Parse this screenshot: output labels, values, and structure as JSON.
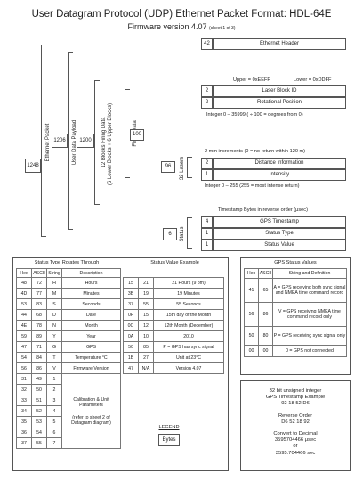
{
  "title": "User Datagram Protocol (UDP) Ethernet Packet Format: HDL-64E",
  "firmware_main": "Firmware version 4.07",
  "firmware_sheet": "(sheet 1 of 3)",
  "packet": {
    "eth_size": "1248",
    "eth_label": "Ethernet Packet",
    "udp_size": "1206",
    "udp_label": "User Data Payload",
    "blocks_size": "1200",
    "blocks_label": "12 Blocks Firing Data",
    "blocks_sub": "(6 Lower Blocks + 6 Upper Blocks)",
    "firing_size": "100",
    "firing_label": "Firing Data",
    "lasers_size": "96",
    "lasers_label": "32 Lasers",
    "status_size": "6",
    "status_label": "Status",
    "eth_header_size": "42",
    "eth_header": "Ethernet Header",
    "upper_note": "Upper = 0xEEFF",
    "lower_note": "Lower = 0xDDFF",
    "laser_block_size": "2",
    "laser_block": "Laser Block ID",
    "rot_size": "2",
    "rot": "Rotational Position",
    "rot_note": "Integer 0 – 35999 ( ÷ 100 = degrees from 0)",
    "mm_note": "2 mm increments (0 = no return within 120 m)",
    "dist_size": "2",
    "dist": "Distance Information",
    "int_size": "1",
    "int": "Intensity",
    "int_note": "Integer 0 – 255 (255 = most intense return)",
    "ts_note": "Timestamp Bytes in reverse order (μsec)",
    "gps_ts_size": "4",
    "gps_ts": "GPS Timestamp",
    "stype_size": "1",
    "stype": "Status Type",
    "sval_size": "1",
    "sval": "Status Value"
  },
  "status_types": {
    "title": "Status Type Rotates Through",
    "headers": [
      "Hex",
      "ASCII",
      "String",
      "Description"
    ],
    "rows": [
      [
        "48",
        "72",
        "H",
        "Hours"
      ],
      [
        "4D",
        "77",
        "M",
        "Minutes"
      ],
      [
        "53",
        "83",
        "S",
        "Seconds"
      ],
      [
        "44",
        "68",
        "D",
        "Date"
      ],
      [
        "4E",
        "78",
        "N",
        "Month"
      ],
      [
        "59",
        "89",
        "Y",
        "Year"
      ],
      [
        "47",
        "71",
        "G",
        "GPS"
      ],
      [
        "54",
        "84",
        "T",
        "Temperature °C"
      ],
      [
        "56",
        "86",
        "V",
        "Firmware Version"
      ],
      [
        "31",
        "49",
        "1",
        ""
      ],
      [
        "32",
        "50",
        "2",
        ""
      ],
      [
        "33",
        "51",
        "3",
        ""
      ],
      [
        "34",
        "52",
        "4",
        ""
      ],
      [
        "35",
        "53",
        "5",
        ""
      ],
      [
        "36",
        "54",
        "6",
        ""
      ],
      [
        "37",
        "55",
        "7",
        ""
      ]
    ],
    "calib": "Calibration & Unit Parameters",
    "refer": "(refer to sheet 2 of Datagram diagram)"
  },
  "status_values": {
    "title": "Status Value Example",
    "rows": [
      [
        "15",
        "21",
        "21 Hours (9 pm)"
      ],
      [
        "3B",
        "19",
        "19 Minutes"
      ],
      [
        "37",
        "55",
        "55 Seconds"
      ],
      [
        "0F",
        "15",
        "15th day of the Month"
      ],
      [
        "0C",
        "12",
        "12th Month (December)"
      ],
      [
        "0A",
        "10",
        "2010"
      ],
      [
        "50",
        "85",
        "P = GPS has sync signal"
      ],
      [
        "1B",
        "27",
        "Unit at 23°C"
      ],
      [
        "47",
        "N/A",
        "Version 4.07"
      ]
    ]
  },
  "gps_status": {
    "title": "GPS Status Values",
    "headers": [
      "Hex",
      "ASCII",
      "String and Definition"
    ],
    "rows": [
      [
        "41",
        "65",
        "A = GPS receiving both sync signal and NMEA time command record"
      ],
      [
        "56",
        "86",
        "V = GPS receiving NMEA time command record only"
      ],
      [
        "50",
        "80",
        "P = GPS receiving sync signal only"
      ],
      [
        "00",
        "00",
        "0 = GPS not connected"
      ]
    ]
  },
  "legend": {
    "title": "LEGEND",
    "item": "Bytes"
  },
  "gps_example": {
    "l1": "32 bit unsigned integer",
    "l2": "GPS Timestamp Example",
    "l3": "92 18 52 D6",
    "l4": "Reverse Order",
    "l5": "D6 52 18 92",
    "l6": "Convert to Decimal",
    "l7": "3595704466 μsec",
    "l8": "or",
    "l9": "3595.704466 sec"
  }
}
